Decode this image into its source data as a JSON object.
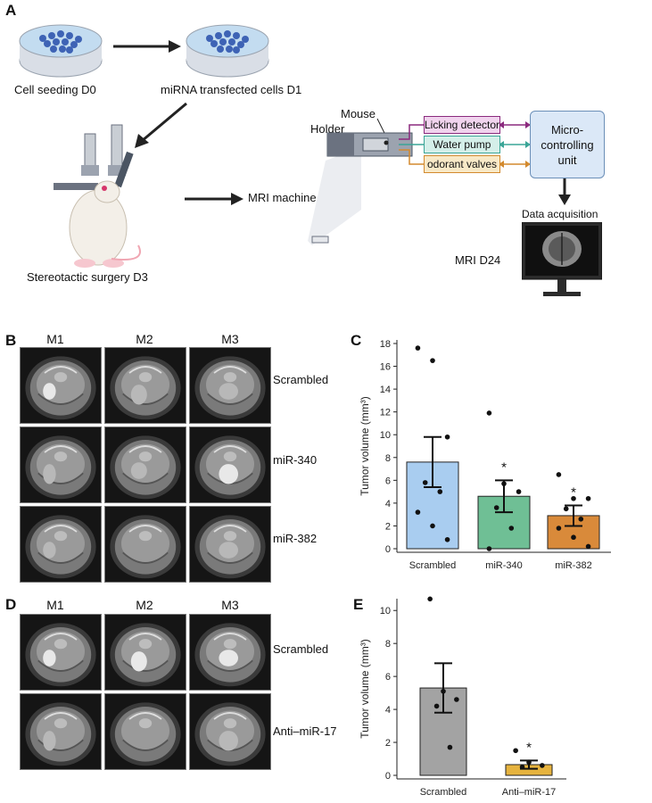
{
  "panels": {
    "a": "A",
    "b": "B",
    "c": "C",
    "d": "D",
    "e": "E"
  },
  "workflow": {
    "cell_seeding": "Cell seeding D0",
    "transfected": "miRNA transfected cells D1",
    "surgery": "Stereotactic surgery D3",
    "mri_machine": "MRI machine",
    "mouse": "Mouse",
    "holder": "Holder",
    "licking": "Licking detector",
    "water": "Water pump",
    "odorant": "odorant valves",
    "micro_line1": "Micro-",
    "micro_line2": "controlling",
    "micro_line3": "unit",
    "data_acq": "Data acquisition",
    "mri_d24": "MRI D24"
  },
  "panel_b": {
    "columns": [
      "M1",
      "M2",
      "M3"
    ],
    "rows": [
      "Scrambled",
      "miR-340",
      "miR-382"
    ]
  },
  "panel_d": {
    "columns": [
      "M1",
      "M2",
      "M3"
    ],
    "rows": [
      "Scrambled",
      "Anti–miR-17"
    ]
  },
  "chart_data": [
    {
      "type": "bar",
      "panel": "C",
      "ylabel": "Tumor volume (mm³)",
      "ylim": [
        0,
        18
      ],
      "yticks": [
        "0",
        "2",
        "4",
        "6",
        "8",
        "10",
        "12",
        "14",
        "16",
        "18"
      ],
      "categories": [
        "Scrambled",
        "miR-340",
        "miR-382"
      ],
      "values": [
        7.6,
        4.6,
        2.9
      ],
      "sem": [
        2.2,
        1.4,
        0.9
      ],
      "colors": [
        "#a9cdf0",
        "#6fbf95",
        "#d98a3a"
      ],
      "significance": [
        "",
        "*",
        "*"
      ],
      "points": [
        [
          17.6,
          16.5,
          9.8,
          5.8,
          5.0,
          3.2,
          2.0,
          0.8
        ],
        [
          11.9,
          5.7,
          5.0,
          3.6,
          1.8,
          0.0
        ],
        [
          6.5,
          4.4,
          4.4,
          3.5,
          2.6,
          1.8,
          1.0,
          0.2
        ]
      ]
    },
    {
      "type": "bar",
      "panel": "E",
      "ylabel": "Tumor volume (mm³)",
      "ylim": [
        0,
        10.5
      ],
      "yticks": [
        "0",
        "2",
        "4",
        "6",
        "8",
        "10"
      ],
      "categories": [
        "Scrambled",
        "Anti–miR-17"
      ],
      "values": [
        5.3,
        0.65
      ],
      "sem": [
        1.5,
        0.25
      ],
      "colors": [
        "#a3a3a3",
        "#e6b33e"
      ],
      "significance": [
        "",
        "*"
      ],
      "points": [
        [
          10.7,
          5.1,
          4.6,
          4.2,
          1.7
        ],
        [
          1.5,
          0.8,
          0.6,
          0.5
        ]
      ]
    }
  ]
}
